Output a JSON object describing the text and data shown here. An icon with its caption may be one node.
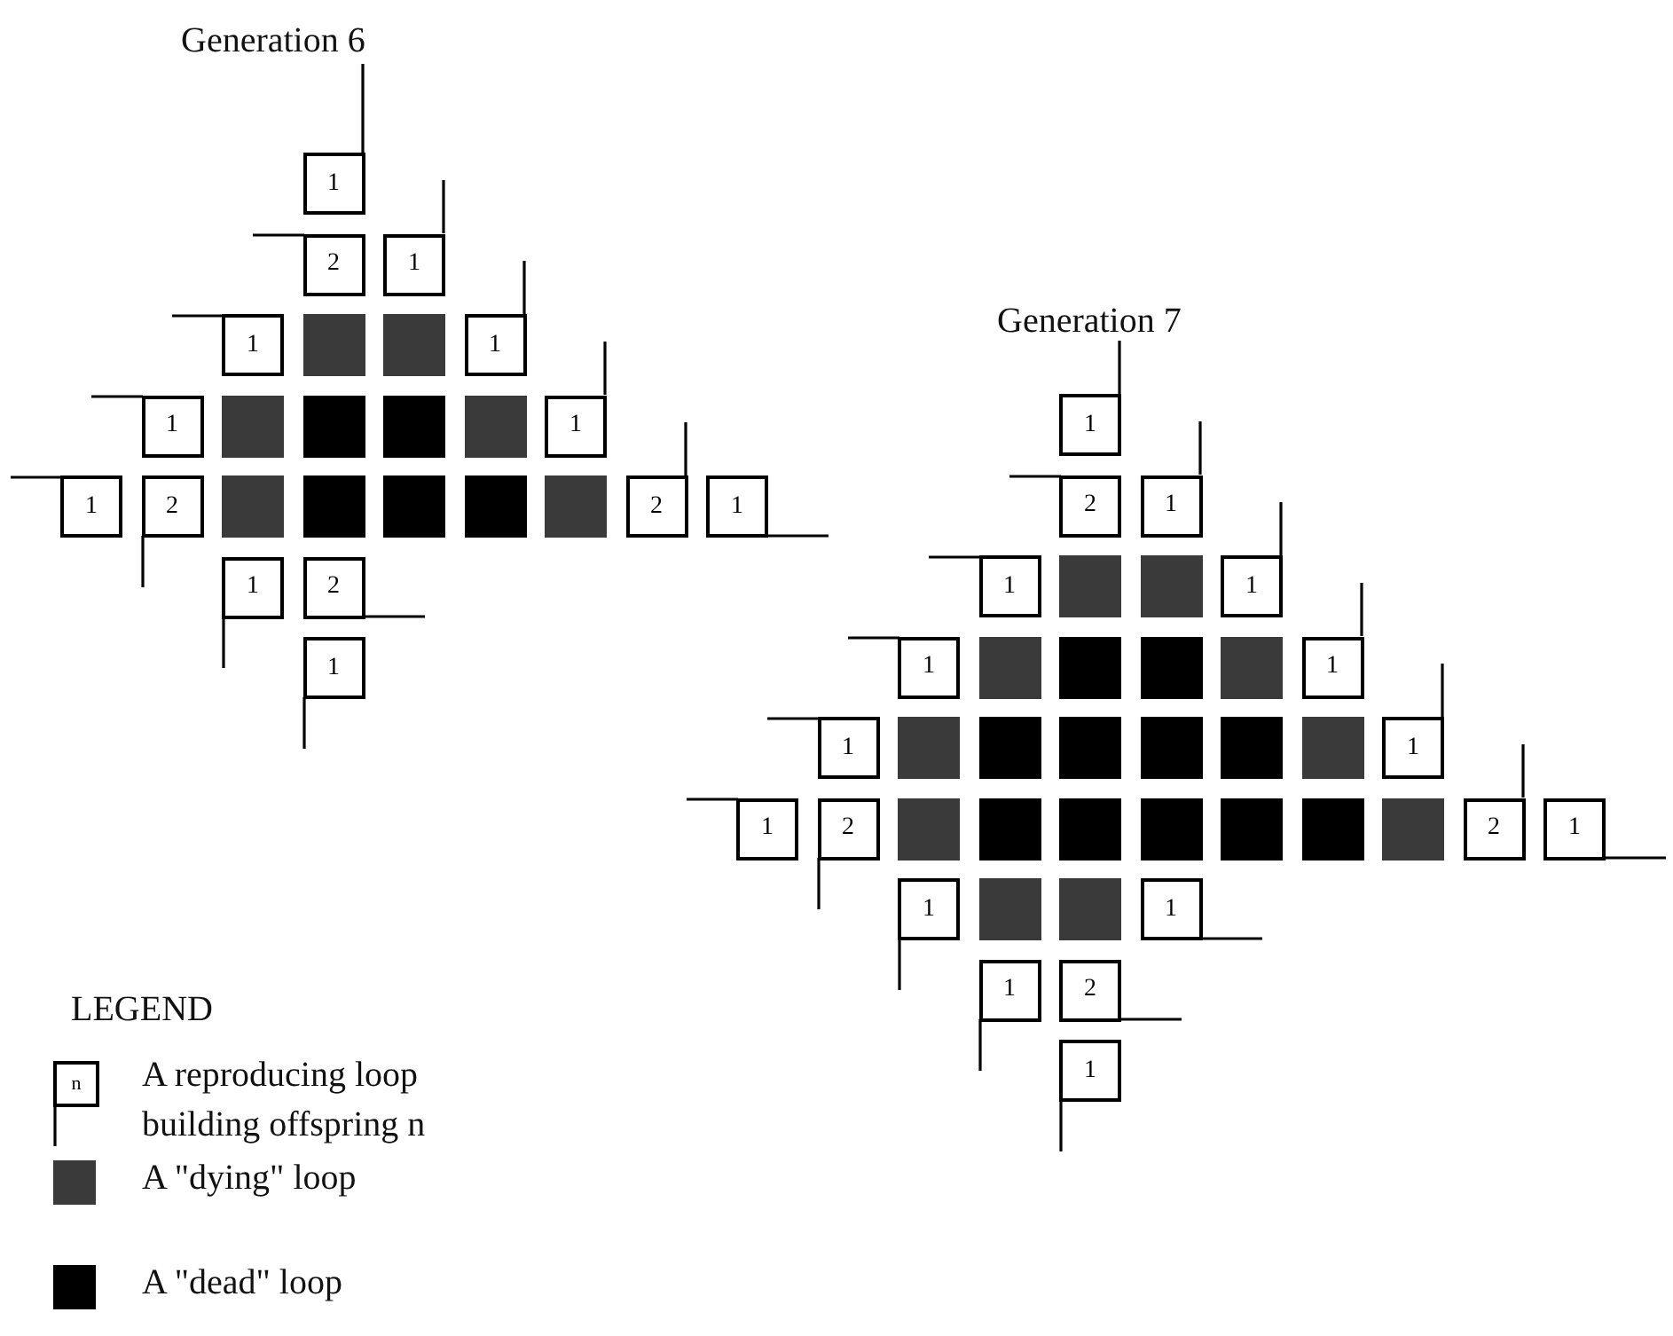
{
  "diagram": {
    "nodes": [
      {
        "text": [
          "1"
        ]
      },
      {
        "text": [
          "2"
        ]
      },
      {
        "text": [
          "1"
        ]
      },
      {
        "text": [
          "1"
        ]
      },
      {
        "text": [],
        "shape": "box"
      },
      {
        "text": [],
        "shape": "box"
      },
      {
        "text": [
          "1"
        ]
      },
      {
        "text": [
          "1"
        ]
      },
      {
        "text": [],
        "shape": "box"
      },
      {
        "text": [],
        "shape": "box"
      },
      {
        "text": [],
        "shape": "box"
      },
      {
        "text": [],
        "shape": "box"
      },
      {
        "text": [
          "1"
        ]
      },
      {
        "text": [
          "1"
        ]
      },
      {
        "text": [
          "2"
        ]
      },
      {
        "text": [],
        "shape": "box"
      },
      {
        "text": [],
        "shape": "box"
      },
      {
        "text": [],
        "shape": "box"
      },
      {
        "text": [],
        "shape": "box"
      },
      {
        "text": [],
        "shape": "box"
      },
      {
        "text": [
          "2"
        ]
      },
      {
        "text": [
          "1"
        ]
      },
      {
        "text": [
          "1"
        ]
      },
      {
        "text": [
          "2"
        ]
      },
      {
        "text": [
          "1"
        ]
      },
      {
        "text": [
          "1"
        ]
      },
      {
        "text": [
          "2"
        ]
      },
      {
        "text": [
          "1"
        ]
      },
      {
        "text": [
          "1"
        ]
      },
      {
        "text": [],
        "shape": "box"
      },
      {
        "text": [],
        "shape": "box"
      },
      {
        "text": [
          "1"
        ]
      },
      {
        "text": [
          "1"
        ]
      },
      {
        "text": [],
        "shape": "box"
      },
      {
        "text": [],
        "shape": "box"
      },
      {
        "text": [],
        "shape": "box"
      },
      {
        "text": [],
        "shape": "box"
      },
      {
        "text": [
          "1"
        ]
      },
      {
        "text": [
          "1"
        ]
      },
      {
        "text": [],
        "shape": "box"
      },
      {
        "text": [],
        "shape": "box"
      },
      {
        "text": [],
        "shape": "box"
      },
      {
        "text": [],
        "shape": "box"
      },
      {
        "text": [],
        "shape": "box"
      },
      {
        "text": [],
        "shape": "box"
      },
      {
        "text": [
          "1"
        ]
      },
      {
        "text": [
          "1"
        ]
      },
      {
        "text": [
          "2"
        ]
      },
      {
        "text": [],
        "shape": "box"
      },
      {
        "text": [],
        "shape": "box"
      },
      {
        "text": [],
        "shape": "box"
      },
      {
        "text": [],
        "shape": "box"
      },
      {
        "text": [],
        "shape": "box"
      },
      {
        "text": [],
        "shape": "box"
      },
      {
        "text": [],
        "shape": "box"
      },
      {
        "text": [
          "2"
        ]
      },
      {
        "text": [
          "1"
        ]
      },
      {
        "text": [
          "1"
        ]
      },
      {
        "text": [],
        "shape": "box"
      },
      {
        "text": [],
        "shape": "box"
      },
      {
        "text": [
          "1"
        ]
      },
      {
        "text": [
          "1"
        ]
      },
      {
        "text": [
          "2"
        ]
      },
      {
        "text": [
          "1"
        ]
      }
    ],
    "labels": [
      "Generation 6",
      "Generation 7",
      "LEGEND",
      "n"
    ],
    "legend": [
      {
        "text": "A reproducing loop building offspring n"
      },
      {
        "text": "A \"dying\" loop",
        "color": "#3a3a3a"
      },
      {
        "text": "A \"dead\" loop",
        "color": "#000000"
      }
    ]
  }
}
